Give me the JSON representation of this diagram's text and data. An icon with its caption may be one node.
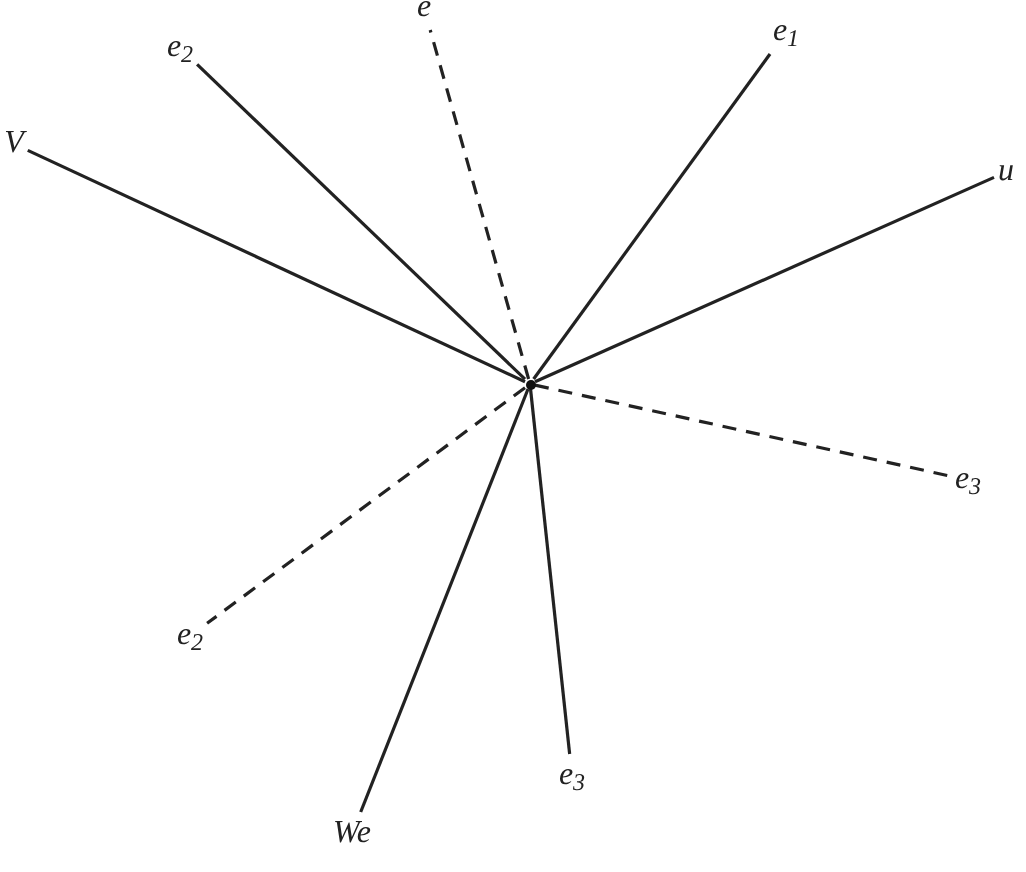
{
  "diagram": {
    "nodes": [
      {
        "text": [
          "e"
        ]
      },
      {
        "text": [
          "e$_{2}$"
        ]
      },
      {
        "text": [
          "e$_{1}$"
        ]
      },
      {
        "text": [
          "V"
        ]
      },
      {
        "text": [
          "u"
        ]
      },
      {
        "text": [],
        "shape": "circle"
      },
      {
        "text": [
          "e$_{3}$"
        ]
      },
      {
        "text": [
          "e$_{2}$"
        ]
      },
      {
        "text": [
          "e$_{3}$"
        ]
      },
      {
        "text": [
          "We"
        ]
      }
    ],
    "edges": [
      {
        "from": 5,
        "to": 0,
        "arrow": "none",
        "style": "dashed"
      },
      {
        "from": 5,
        "to": 1,
        "arrow": "none"
      },
      {
        "from": 5,
        "to": 2,
        "arrow": "none"
      },
      {
        "from": 5,
        "to": 3,
        "arrow": "none"
      },
      {
        "from": 5,
        "to": 4,
        "arrow": "none"
      },
      {
        "from": 5,
        "to": 6,
        "arrow": "none",
        "style": "dashed"
      },
      {
        "from": 5,
        "to": 7,
        "arrow": "none",
        "style": "dashed"
      },
      {
        "from": 5,
        "to": 8,
        "arrow": "none"
      },
      {
        "from": 5,
        "to": 9,
        "arrow": "none"
      }
    ]
  }
}
